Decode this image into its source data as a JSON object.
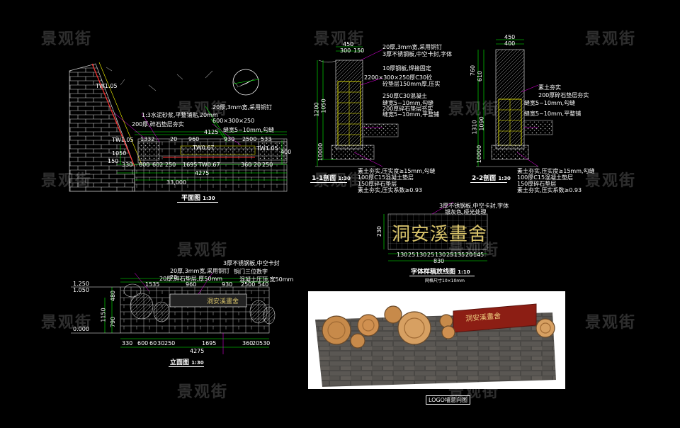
{
  "watermark": "景观街",
  "plan_view": {
    "title": "平面图",
    "scale": "1:30",
    "labels": {
      "tw_top": "TW1.05",
      "tw_left": "TW1.05",
      "tw_mid1": "TW0.67",
      "tw_mid2": "TW0.67",
      "tw_right": "TW1.05",
      "note_top": "20厚,3mm宽,采用铜钉",
      "note_gravel": "1:3水泥砂浆,平整铺贴,20mm",
      "note_stone": "200厚,碎石垫层夯实",
      "note_size": "600×300×250",
      "note_joint": "缝宽5~10mm,勾缝"
    },
    "dims_top": [
      "1332",
      "20",
      "960",
      "930",
      "2500",
      "533"
    ],
    "dims_top_total": "4125",
    "dims_bottom": [
      "330",
      "600",
      "602",
      "250",
      "1695",
      "360",
      "20",
      "250"
    ],
    "dims_bottom_total": "4275",
    "dims_bottom_total2": "33,000",
    "dim_side": "400",
    "dim_side2": "1050",
    "dim_left": "150"
  },
  "section_1": {
    "title": "1-1剖面",
    "scale": "1:30",
    "dims_top": [
      "450",
      "300",
      "150"
    ],
    "dims_side": [
      "1200",
      "1050",
      "10000"
    ],
    "notes": [
      "20厚,3mm宽,采用铜钉",
      "3厚不锈钢板,中空卡封,字体",
      "10厚钢板,焊接固定",
      "2200×300×250厚C30砼",
      "砼垫层150mm厚,压实",
      "250厚C30混凝土",
      "缝宽5~10mm,勾缝",
      "200厚碎石垫层夯实",
      "缝宽5~10mm,平整铺",
      "素土夯实,压实度≥15mm,勾缝",
      "100厚C15混凝土垫层",
      "150厚碎石垫层",
      "素土夯实,压实系数≥0.93"
    ]
  },
  "section_2": {
    "title": "2-2剖面",
    "scale": "1:30",
    "dims_top": [
      "450",
      "400"
    ],
    "dims_side": [
      "760",
      "610",
      "1310",
      "1090",
      "10000"
    ],
    "notes": [
      "素土夯实",
      "200厚碎石垫层夯实",
      "缝宽5~10mm,勾缝",
      "缝宽5~10mm,平整铺",
      "素土夯实,压实度≥15mm,勾缝",
      "100厚C15混凝土垫层",
      "150厚碎石垫层",
      "素土夯实,压实系数≥0.93"
    ]
  },
  "font_detail": {
    "title": "字体样稿放线图",
    "scale": "1:10",
    "glyph_text": "洞安溪畫舍",
    "dim_side": "230",
    "dims_bottom": [
      "130",
      "25",
      "130",
      "25",
      "130",
      "25",
      "135",
      "20",
      "145"
    ],
    "dims_total": "830",
    "notes": [
      "3厚不锈钢板,中空卡封,字体",
      "银灰色,哑光处理"
    ],
    "note_below": "网格尺寸10×10mm"
  },
  "elevation": {
    "title": "立面图",
    "scale": "1:30",
    "levels": [
      "1.250",
      "1.050",
      "0.000"
    ],
    "dims_top": [
      "1535",
      "20",
      "960",
      "930",
      "2500",
      "540"
    ],
    "dims_bottom": [
      "330",
      "600",
      "60",
      "30",
      "250",
      "1695",
      "360",
      "20",
      "530"
    ],
    "dims_total": "4275",
    "dims_side": [
      "480",
      "1150",
      "790"
    ],
    "notes": [
      "20厚,3mm宽,采用铜钉",
      "3厚不锈钢板,中空卡封",
      "铜门三位数字",
      "20厚,碎石垫层,厚50mm",
      "混凝土压顶,宽50mm"
    ],
    "sign_text": "洞安溪畫舍"
  },
  "rendering": {
    "caption": "LOGO墙意向图",
    "sign_text": "洞安溪畫舍"
  },
  "colors": {
    "background": "#000000",
    "dim_line": "#00ff00",
    "text": "#ffffff",
    "leader": "#ff00ff",
    "hatch": "#d0d0d0",
    "accent": "#ffff00",
    "red_line": "#ff3030",
    "sign_red": "#8c1e14"
  }
}
